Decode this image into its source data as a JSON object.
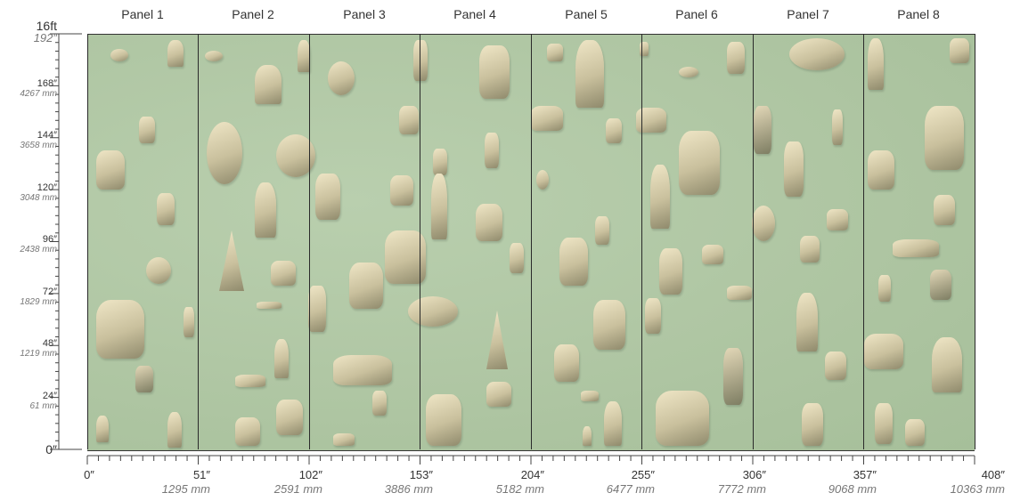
{
  "panels": [
    "Panel 1",
    "Panel 2",
    "Panel 3",
    "Panel 4",
    "Panel 5",
    "Panel 6",
    "Panel 7",
    "Panel 8"
  ],
  "vertical_scale": {
    "top_ft": "16ft",
    "top_in": "192″",
    "labels": [
      {
        "in": "168″",
        "mm": "4267 mm"
      },
      {
        "in": "144″",
        "mm": "3658 mm"
      },
      {
        "in": "120″",
        "mm": "3048 mm"
      },
      {
        "in": "96″",
        "mm": "2438 mm"
      },
      {
        "in": "72″",
        "mm": "1829 mm"
      },
      {
        "in": "48″",
        "mm": "1219 mm"
      },
      {
        "in": "24″",
        "mm": "61 mm"
      }
    ],
    "zero": "0″"
  },
  "horizontal_scale": {
    "zero": "0″",
    "labels": [
      {
        "in": "51″",
        "mm": "1295 mm"
      },
      {
        "in": "102″",
        "mm": "2591 mm"
      },
      {
        "in": "153″",
        "mm": "3886 mm"
      },
      {
        "in": "204″",
        "mm": "5182 mm"
      },
      {
        "in": "255″",
        "mm": "6477 mm"
      },
      {
        "in": "306″",
        "mm": "7772 mm"
      },
      {
        "in": "357″",
        "mm": "9068 mm"
      },
      {
        "in": "408″",
        "mm": "10363 mm"
      }
    ]
  },
  "colors": {
    "wall": "#afc6a3",
    "figurine": "#c9c09d",
    "line": "#2a2a2a"
  }
}
